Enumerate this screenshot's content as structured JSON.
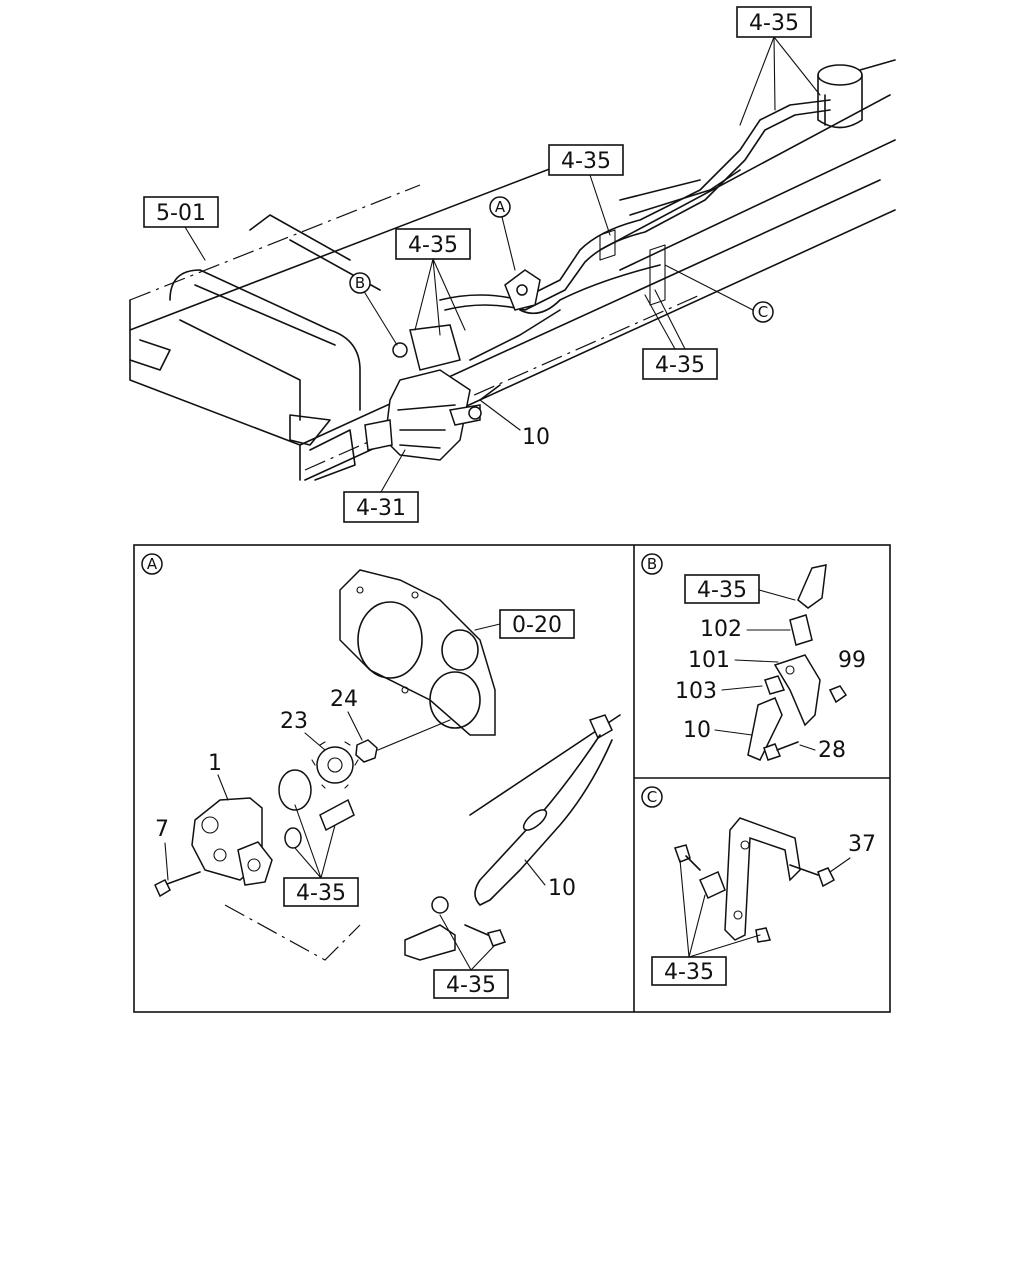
{
  "main_view": {
    "ref_5_01": "5-01",
    "ref_4_35_top": "4-35",
    "ref_4_35_mid": "4-35",
    "ref_4_35_left": "4-35",
    "ref_4_35_right": "4-35",
    "ref_4_31": "4-31",
    "part_10": "10",
    "callout_a": "A",
    "callout_b": "B",
    "callout_c": "C"
  },
  "panel_a": {
    "label": "A",
    "ref_0_20": "0-20",
    "ref_4_35_left": "4-35",
    "ref_4_35_bottom": "4-35",
    "part_1": "1",
    "part_7": "7",
    "part_23": "23",
    "part_24": "24",
    "part_10": "10"
  },
  "panel_b": {
    "label": "B",
    "ref_4_35": "4-35",
    "part_102": "102",
    "part_101": "101",
    "part_99": "99",
    "part_103": "103",
    "part_10": "10",
    "part_28": "28"
  },
  "panel_c": {
    "label": "C",
    "ref_4_35": "4-35",
    "part_37": "37"
  }
}
